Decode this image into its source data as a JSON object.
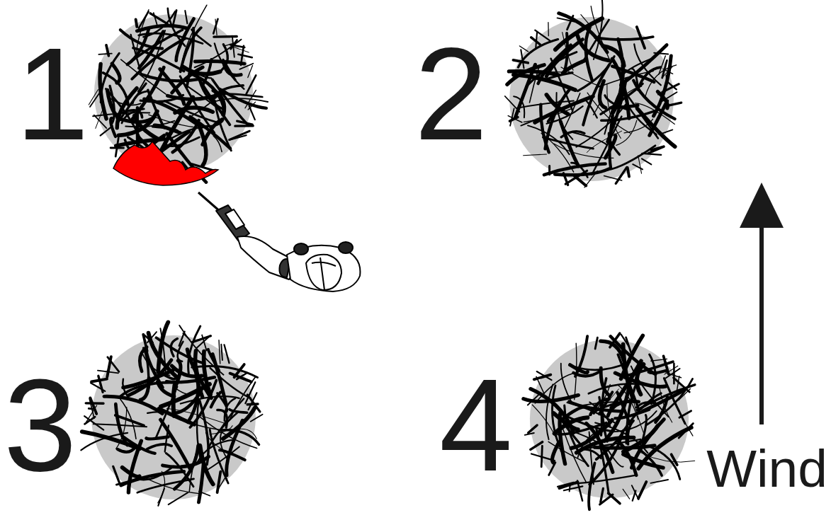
{
  "diagram": {
    "labels": [
      "1",
      "2",
      "3",
      "4",
      "Wind"
    ]
  }
}
